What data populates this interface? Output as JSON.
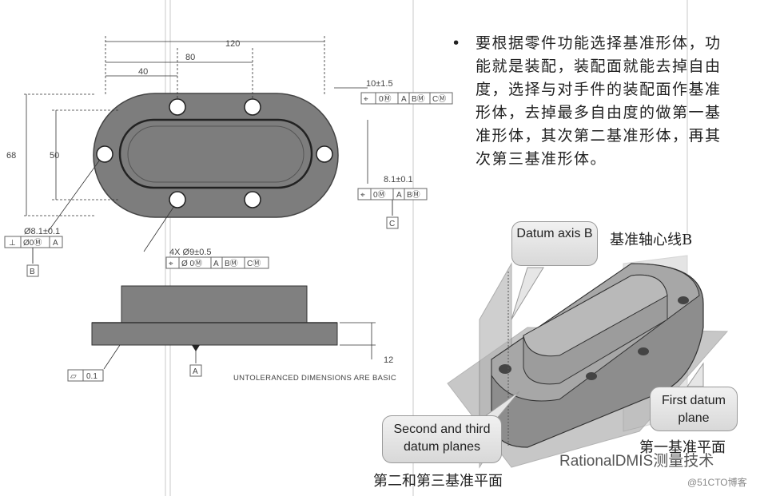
{
  "drawing": {
    "dims": {
      "d120": "120",
      "d80": "80",
      "d40": "40",
      "d68": "68",
      "d50": "50",
      "d10": "10±1.5",
      "d8_1a": "8.1±0.1",
      "d8_1b": "Ø8.1±0.1",
      "d12": "12",
      "hole": "4X  Ø9±0.5"
    },
    "fcf_top": [
      "⌖",
      "0Ⓜ",
      "A",
      "BⓂ",
      "CⓂ"
    ],
    "fcf_right": [
      "⌖",
      "0Ⓜ",
      "A",
      "BⓂ"
    ],
    "fcf_left": [
      "⊥",
      "Ø0Ⓜ",
      "A"
    ],
    "fcf_hole": [
      "⌖",
      "Ø 0Ⓜ",
      "A",
      "BⓂ",
      "CⓂ"
    ],
    "flatness": [
      "▱",
      "0.1"
    ],
    "datums": {
      "a": "A",
      "b": "B",
      "c": "C"
    },
    "note": "UNTOLERANCED DIMENSIONS ARE BASIC"
  },
  "bullet_text": "要根据零件功能选择基准形体，功能就是装配，装配面就能去掉自由度，选择与对手件的装配面作基准形体，去掉最多自由度的做第一基准形体，其次第二基准形体，再其次第三基准形体。",
  "callouts": {
    "axis": "Datum axis B",
    "axis_cn": "基准轴心线B",
    "first": "First datum plane",
    "first_cn": "第一基准平面",
    "second": "Second and third datum planes",
    "second_cn": "第二和第三基准平面"
  },
  "watermark": {
    "brand": "RationalDMIS测量技术",
    "site": "@51CTO博客"
  }
}
